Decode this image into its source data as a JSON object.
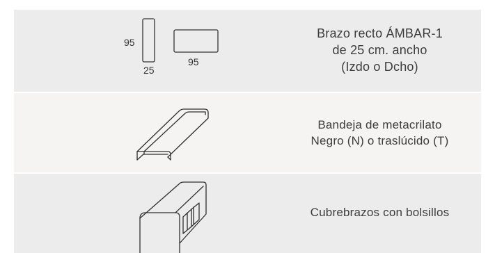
{
  "rows": [
    {
      "id": "brazo",
      "dimensions": {
        "arm_height": "95",
        "arm_width": "25",
        "top_view_length": "95"
      },
      "lines": [
        "Brazo recto ÁMBAR-1",
        "de 25 cm. ancho",
        "(Izdo o Dcho)"
      ]
    },
    {
      "id": "bandeja",
      "lines": [
        "Bandeja de metacrilato",
        "Negro (N) o traslúcido (T)"
      ]
    },
    {
      "id": "cubrebrazos",
      "lines": [
        "Cubrebrazos con bolsillos"
      ]
    }
  ]
}
